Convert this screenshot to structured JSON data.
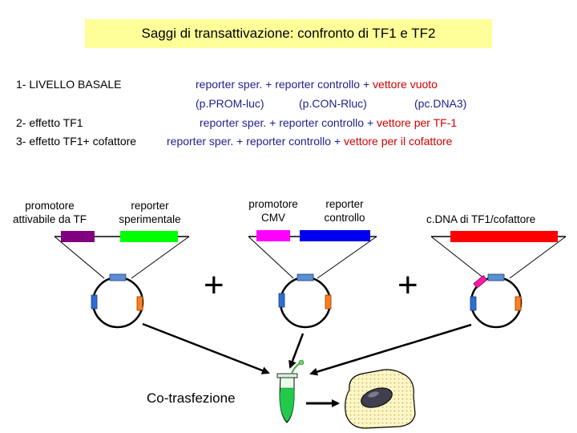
{
  "title": "Saggi di transattivazione: confronto di TF1 e TF2",
  "conditions": {
    "row1_label": "1- LIVELLO BASALE",
    "row1_a": "reporter sper.",
    "row1_plus1": " + ",
    "row1_b": "reporter controllo",
    "row1_plus2": " + ",
    "row1_c": "vettore vuoto",
    "plasmid_a": "(p.PROM-luc)",
    "plasmid_b": "(p.CON-Rluc)",
    "plasmid_c": "(pc.DNA3)",
    "row2_label": "2- effetto TF1",
    "row2_a": "reporter sper.",
    "row2_plus1": " + ",
    "row2_b": "reporter controllo",
    "row2_plus2": " + ",
    "row2_c": "vettore per TF-1",
    "row3_label": "3- effetto TF1+ cofattore",
    "row3_a": "reporter sper.",
    "row3_plus1": " + ",
    "row3_b": "reporter controllo",
    "row3_plus2": " + ",
    "row3_c": "vettore per il cofattore"
  },
  "labels": {
    "promoter_line1": "promotore",
    "promoter_line2": "attivabile da TF",
    "reporter_line1": "reporter",
    "reporter_line2": "sperimentale",
    "cmv_line1": "promotore",
    "cmv_line2": "CMV",
    "control_line1": "reporter",
    "control_line2": "controllo",
    "cdna": "c.DNA di TF1/cofattore",
    "plus1": "+",
    "plus2": "+",
    "cotransfection": "Co-trasfezione"
  },
  "colors": {
    "title_bg": "#ffff99",
    "promoter": "#800080",
    "reporter": "#00ff00",
    "cmv": "#ff00ff",
    "control": "#0000ee",
    "cdna": "#ff0000",
    "highlight": "#d40000"
  }
}
